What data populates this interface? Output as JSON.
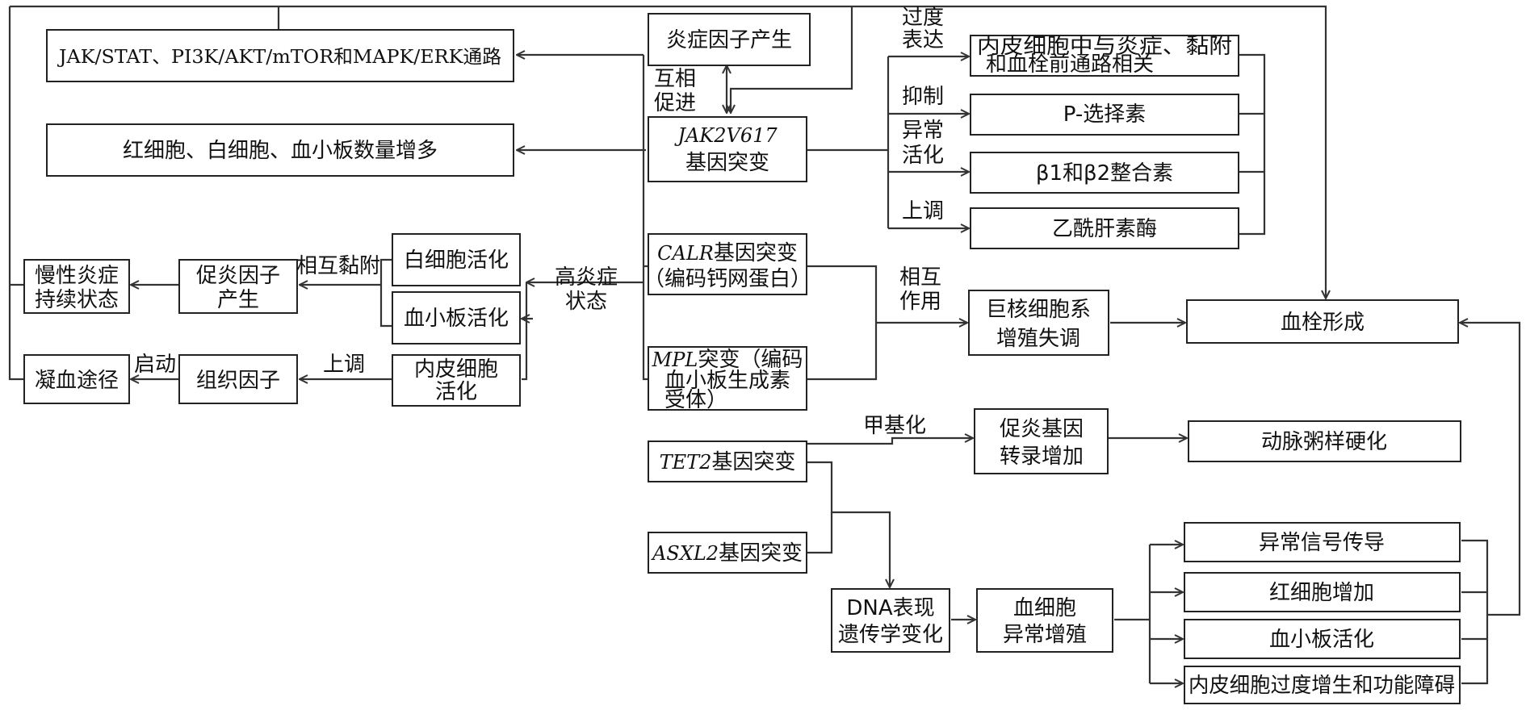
{
  "nodes": {
    "pathways": "JAK/STAT、PI3K/AKT/mTOR和MAPK/ERK通路",
    "inflam_factor": "炎症因子产生",
    "mutual_promote": [
      "互相",
      "促进"
    ],
    "jak2": [
      "JAK2V617",
      "基因突变"
    ],
    "rbc_wbc_plt": "红细胞、白细胞、血小板数量增多",
    "endo_pathways": [
      "内皮细胞中与炎症、黏附",
      "和血栓前通路相关"
    ],
    "p_selectin": "P-选择素",
    "integrin": "β1和β2整合素",
    "heparanase": "乙酰肝素酶",
    "calr": [
      "CALR基因突变",
      "（编码钙网蛋白）"
    ],
    "calr_gene": "CALR",
    "calr_rest": "基因突变",
    "mpl_gene": "MPL",
    "mpl": [
      "MPL突变（编码",
      "血小板生成素",
      "受体）"
    ],
    "mpl_rest": "突变（编码",
    "megakaryocyte": [
      "巨核细胞系",
      "增殖失调"
    ],
    "thrombosis": "血栓形成",
    "wbc_act": "白细胞活化",
    "plt_act": "血小板活化",
    "endo_act": [
      "内皮细胞",
      "活化"
    ],
    "pro_inflam": [
      "促炎因子",
      "产生"
    ],
    "chronic": [
      "慢性炎症",
      "持续状态"
    ],
    "tissue_factor": "组织因子",
    "coag": "凝血途径",
    "tet2_gene": "TET2",
    "tet2_rest": "基因突变",
    "asxl2_gene": "ASXL2",
    "asxl2_rest": "基因突变",
    "pro_gene": [
      "促炎基因",
      "转录增加"
    ],
    "athero": "动脉粥样硬化",
    "dna": [
      "DNA表现",
      "遗传学变化"
    ],
    "blood_cell": [
      "血细胞",
      "异常增殖"
    ],
    "abn_signal": "异常信号传导",
    "rbc_inc": "红细胞增加",
    "plt_act2": "血小板活化",
    "endo_hyper": "内皮细胞过度增生和功能障碍"
  },
  "labels": {
    "overexpress": [
      "过度",
      "表达"
    ],
    "inhibit": "抑制",
    "abnormal_act": [
      "异常",
      "活化"
    ],
    "upregulate": "上调",
    "interact": [
      "相互",
      "作用"
    ],
    "high_inflam": [
      "高炎症",
      "状态"
    ],
    "adhesion": "相互黏附",
    "upregulate2": "上调",
    "initiate": "启动",
    "methylation": "甲基化"
  }
}
